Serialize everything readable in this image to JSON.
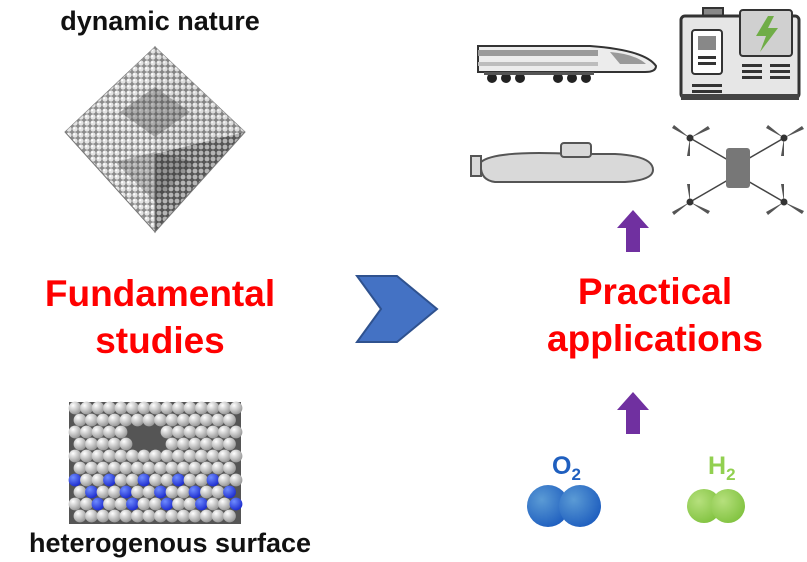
{
  "left": {
    "top_label": "dynamic nature",
    "title_line1": "Fundamental",
    "title_line2": "studies",
    "bottom_label": "heterogenous surface"
  },
  "right": {
    "title_line1": "Practical",
    "title_line2": "applications",
    "o2": {
      "symbol": "O",
      "subscript": "2"
    },
    "h2": {
      "symbol": "H",
      "subscript": "2"
    }
  },
  "colors": {
    "title_red": "#ff0000",
    "arrow_blue": "#4472c4",
    "arrow_purple": "#7030a0",
    "o2_blue": "#1f5fbf",
    "h2_green": "#92d050"
  },
  "icons": [
    "octahedron-nanoparticle",
    "surface-slab",
    "bullet-train",
    "generator",
    "submarine",
    "drone"
  ]
}
